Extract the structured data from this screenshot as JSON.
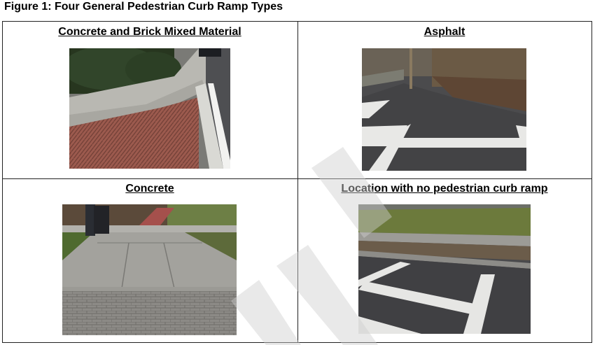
{
  "figure": {
    "title": "Figure 1: Four General Pedestrian Curb Ramp Types"
  },
  "panels": [
    {
      "caption": "Concrete and Brick Mixed Material"
    },
    {
      "caption": "Asphalt"
    },
    {
      "caption": "Concrete"
    },
    {
      "caption": "Location with no pedestrian curb ramp"
    }
  ]
}
